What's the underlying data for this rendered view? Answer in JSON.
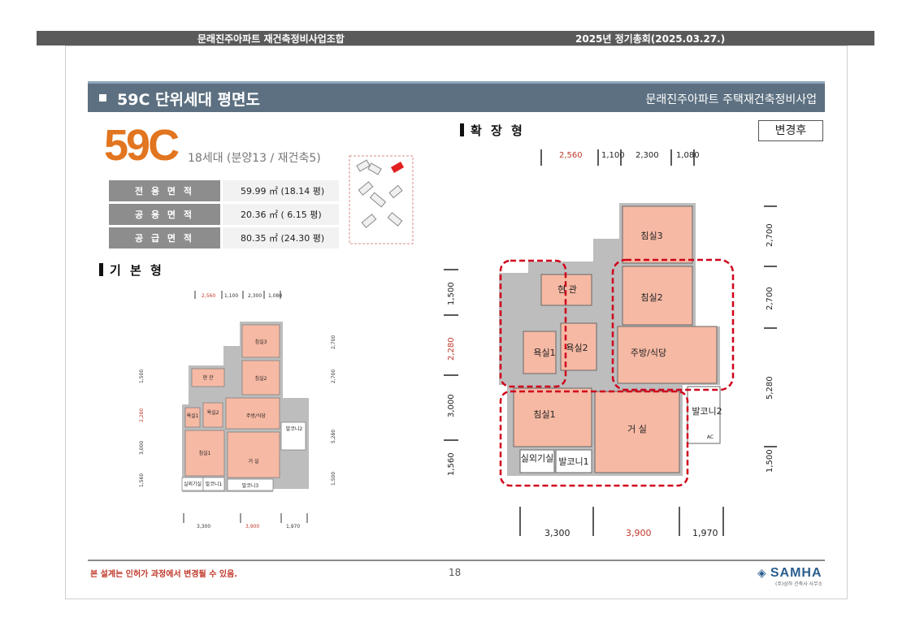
{
  "header": {
    "left": "문래진주아파트 재건축정비사업조합",
    "right": "2025년 정기총회(2025.03.27.)"
  },
  "title": {
    "main": "59C 단위세대 평면도",
    "right": "문래진주아파트 주택재건축정비사업"
  },
  "unit": {
    "type": "59C",
    "households": "18세대 (분양13 / 재건축5)"
  },
  "areas": [
    {
      "label": "전 용 면 적",
      "value": "59.99 ㎡ (18.14 평)"
    },
    {
      "label": "공 용 면 적",
      "value": "20.36 ㎡ ( 6.15 평)"
    },
    {
      "label": "공 급 면 적",
      "value": "80.35 ㎡ (24.30 평)"
    }
  ],
  "basic": {
    "heading": "기 본 형",
    "top_dims": [
      "2,560",
      "1,100",
      "2,300",
      "1,080"
    ],
    "bottom_dims": [
      "3,300",
      "3,900",
      "1,970"
    ],
    "left_dims": [
      "1,500",
      "2,280",
      "3,000",
      "1,560"
    ],
    "right_dims": [
      "2,700",
      "2,700",
      "5,280",
      "1,500"
    ],
    "rooms": {
      "bed3": "침실3",
      "bed2": "침실2",
      "entrance": "현 관",
      "bath1": "욕실1",
      "bath2": "욕실2",
      "kitchen": "주방/식당",
      "balcony2": "발코니2",
      "bed1": "침실1",
      "living": "거 실",
      "outdoor": "실외기실",
      "balcony1": "발코니1",
      "balcony3": "발코니3"
    }
  },
  "expanded": {
    "heading": "확 장 형",
    "badge": "변경후",
    "top_dims": [
      "2,560",
      "1,100",
      "2,300",
      "1,080"
    ],
    "bottom_dims": [
      "3,300",
      "3,900",
      "1,970"
    ],
    "left_dims": [
      "1,500",
      "2,280",
      "3,000",
      "1,560"
    ],
    "right_dims": [
      "2,700",
      "2,700",
      "5,280",
      "1,500"
    ],
    "rooms": {
      "bed3": "침실3",
      "bed2": "침실2",
      "entrance": "현 관",
      "bath1": "욕실1",
      "bath2": "욕실2",
      "kitchen": "주방/식당",
      "balcony2": "발코니2",
      "bed1": "침실1",
      "living": "거 실",
      "outdoor": "실외기실",
      "balcony1": "발코니1",
      "ac": "AC"
    }
  },
  "footer": {
    "disclaimer": "본 설계는 인허가 과정에서 변경될 수 있음.",
    "page": "18",
    "logo": "SAMHA",
    "logo_sub": "(주)삼하 건축사 사무소"
  },
  "colors": {
    "room_fill": "#f6b9a4",
    "accent_orange": "#e2751f",
    "title_bar": "#5c7081",
    "highlight_red": "#d0021b"
  }
}
